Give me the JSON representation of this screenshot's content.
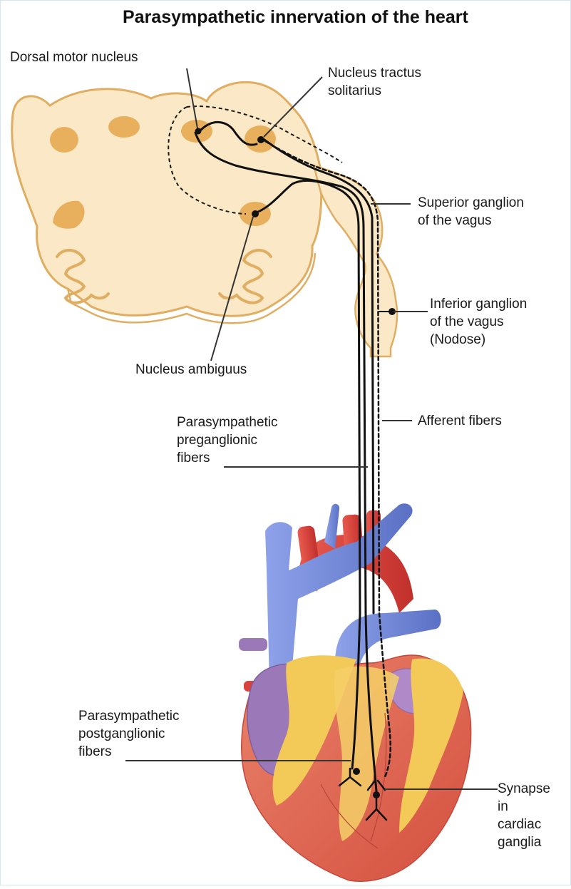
{
  "title": "Parasympathetic innervation of the heart",
  "labels": {
    "dorsal_motor_nucleus": "Dorsal motor nucleus",
    "nucleus_tractus_solitarius": [
      "Nucleus tractus",
      "solitarius"
    ],
    "superior_ganglion": [
      "Superior ganglion",
      "of the vagus"
    ],
    "inferior_ganglion": [
      "Inferior ganglion",
      "of the vagus",
      "(Nodose)"
    ],
    "nucleus_ambiguus": "Nucleus ambiguus",
    "preganglionic_fibers": [
      "Parasympathetic",
      "preganglionic",
      "fibers"
    ],
    "afferent_fibers": "Afferent fibers",
    "postganglionic_fibers": [
      "Parasympathetic",
      "postganglionic",
      "fibers"
    ],
    "synapse": [
      "Synapse",
      "in",
      "cardiac",
      "ganglia"
    ]
  },
  "colors": {
    "brainstem_fill": "#fbe8c6",
    "brainstem_outline": "#e0ae62",
    "nucleus_fill": "#e8b05c",
    "fiber": "#111111",
    "vein_blue": "#6f86d6",
    "artery_red": "#d8413c",
    "heart_muscle": "#df6a56",
    "fat_yellow": "#f3c957",
    "atrium_purple": "#9b78b8"
  }
}
